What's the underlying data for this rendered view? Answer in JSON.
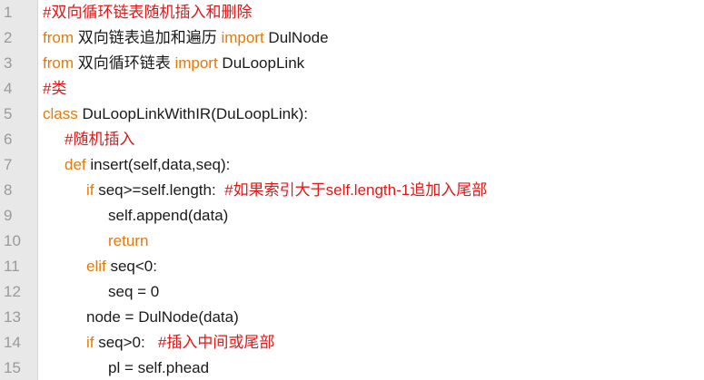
{
  "editor": {
    "lines": [
      {
        "num": "1",
        "parts": [
          {
            "t": "#双向循环链表随机插入和删除",
            "k": "cm"
          }
        ]
      },
      {
        "num": "2",
        "parts": [
          {
            "t": "from",
            "k": "kw"
          },
          {
            "t": " 双向链表追加和遍历 ",
            "k": "tx"
          },
          {
            "t": "import",
            "k": "kw"
          },
          {
            "t": " DulNode",
            "k": "tx"
          }
        ]
      },
      {
        "num": "3",
        "parts": [
          {
            "t": "from",
            "k": "kw"
          },
          {
            "t": " 双向循环链表 ",
            "k": "tx"
          },
          {
            "t": "import",
            "k": "kw"
          },
          {
            "t": " DuLoopLink",
            "k": "tx"
          }
        ]
      },
      {
        "num": "4",
        "parts": [
          {
            "t": "#类",
            "k": "cm"
          }
        ]
      },
      {
        "num": "5",
        "parts": [
          {
            "t": "class",
            "k": "kw"
          },
          {
            "t": " DuLoopLinkWithIR(DuLoopLink):",
            "k": "tx"
          }
        ]
      },
      {
        "num": "6",
        "parts": [
          {
            "t": "#随机插入",
            "k": "cm"
          }
        ]
      },
      {
        "num": "7",
        "parts": [
          {
            "t": "def",
            "k": "kw"
          },
          {
            "t": " insert(self,data,seq):",
            "k": "tx"
          }
        ]
      },
      {
        "num": "8",
        "parts": [
          {
            "t": "if",
            "k": "kw"
          },
          {
            "t": " seq>=self.length:  ",
            "k": "tx"
          },
          {
            "t": "#如果索引大于self.length-1追加入尾部",
            "k": "cm"
          }
        ]
      },
      {
        "num": "9",
        "parts": [
          {
            "t": "self.append(data)",
            "k": "tx"
          }
        ]
      },
      {
        "num": "10",
        "parts": [
          {
            "t": "return",
            "k": "kw"
          }
        ]
      },
      {
        "num": "11",
        "parts": [
          {
            "t": "elif",
            "k": "kw"
          },
          {
            "t": " seq<0:",
            "k": "tx"
          }
        ]
      },
      {
        "num": "12",
        "parts": [
          {
            "t": "seq = 0",
            "k": "tx"
          }
        ]
      },
      {
        "num": "13",
        "parts": [
          {
            "t": "node = DulNode(data)",
            "k": "tx"
          }
        ]
      },
      {
        "num": "14",
        "parts": [
          {
            "t": "if",
            "k": "kw"
          },
          {
            "t": " seq>0:   ",
            "k": "tx"
          },
          {
            "t": "#插入中间或尾部",
            "k": "cm"
          }
        ]
      },
      {
        "num": "15",
        "parts": [
          {
            "t": "pl = self.phead",
            "k": "tx"
          }
        ]
      }
    ]
  },
  "colors": {
    "keyword": "#e07a10",
    "comment": "#e01818",
    "text": "#1a1a1a",
    "line_number": "#9a9a9a",
    "gutter": "#e8e8e8"
  }
}
